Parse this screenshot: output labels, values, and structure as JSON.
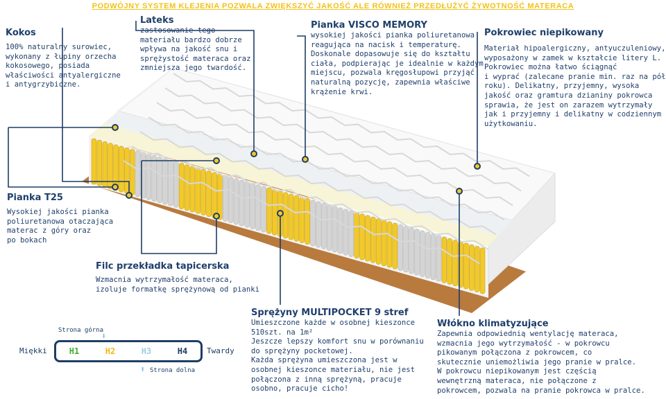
{
  "banner": "PODWÓJNY SYSTEM KLEJENIA POZWALA ZWIĘKSZYĆ JAKOŚĆ ALE RÓWNIEŻ PRZEDŁUŻYĆ ŻYWOTNOŚĆ MATERACA",
  "kokos": {
    "title": "Kokos",
    "text": "100% naturalny surowiec,\nwykonany z łupiny orzecha\nkokosowego, posiada\nwłaściwości antyalergiczne\ni antygrzybiczne."
  },
  "lateks": {
    "title": "Lateks",
    "text": "zastosowanie tego\nmateriału bardzo dobrze\nwpływa na jakość snu i\nsprężystość materaca oraz\nzmniejsza jego twardość."
  },
  "visco": {
    "title": "Pianka VISCO MEMORY",
    "text": "wysokiej jakości pianka poliuretanowa\nreagująca na nacisk i temperaturę.\nDoskonale dopasowuje się do kształtu\nciała, podpierając je idealnie w każdym\nmiejscu, pozwala kręgosłupowi przyjąć\nnaturalną pozycję, zapewnia właściwe\nkrążenie krwi."
  },
  "pokrowiec": {
    "title": "Pokrowiec niepikowany",
    "text": "Materiał hipoalergiczny, antyuczuleniowy,\nwyposażony w zamek w kształcie litery L.\nPokrowiec można łatwo ściągnąć\ni wyprać (zalecane pranie min. raz na pół\nroku). Delikatny, przyjemny, wysoka\njakość oraz gramtura dzianiny pokrowca\nsprawia, że jest on zarazem wytrzymały\njak i przyjemny i delikatny w codziennym\nużytkowaniu."
  },
  "t25": {
    "title": "Pianka T25",
    "text": "Wysokiej jakości pianka\npoliuretanowa otaczająca\nmaterac z góry oraz\npo bokach"
  },
  "filc": {
    "title": "Filc przekładka tapicerska",
    "text": "Wzmacnia wytrzymałość materaca,\nizoluje formatkę sprężynową od pianki"
  },
  "sprezyny": {
    "title": "Sprężyny MULTIPOCKET 9 stref",
    "text": "Umieszczone każde w osobnej kieszonce\n510szt. na 1m²\nJeszcze lepszy komfort snu w porównaniu\ndo sprężyny pocketowej.\nKażda sprężyna umieszczona jest w\nosobnej kieszonce materiału, nie jest\npołączona z inną sprężyną, pracuje\nosobno, pracuje cicho!"
  },
  "wlokno": {
    "title": "Włókno klimatyzujące",
    "text": "Zapewnia odpowiednią wentylację materaca,\nwzmacnia jego wytrzymałość - w pokrowcu\npikowanym połączona z pokrowcem, co\nskutecznie uniemożliwia jego pranie w pralce.\nW pokrowcu niepikowanym jest częścią\nwewnętrzną materaca, nie połączone z\npokrowcem, pozwala na pranie pokrowca w pralce."
  },
  "scale": {
    "left_label": "Miękki",
    "right_label": "Twardy",
    "top_note": "Strona górna",
    "bottom_note": "Strona dolna",
    "levels": [
      {
        "label": "H1",
        "color": "#3cae2e"
      },
      {
        "label": "H2",
        "color": "#f2b81a"
      },
      {
        "label": "H3",
        "color": "#9fcde2"
      },
      {
        "label": "H4",
        "color": "#1d3d66"
      }
    ]
  },
  "colors": {
    "navy": "#1d3d66",
    "yellow_spring": "#f2c92a",
    "grey_spring": "#d4d4d4",
    "felt": "#a86a34"
  }
}
